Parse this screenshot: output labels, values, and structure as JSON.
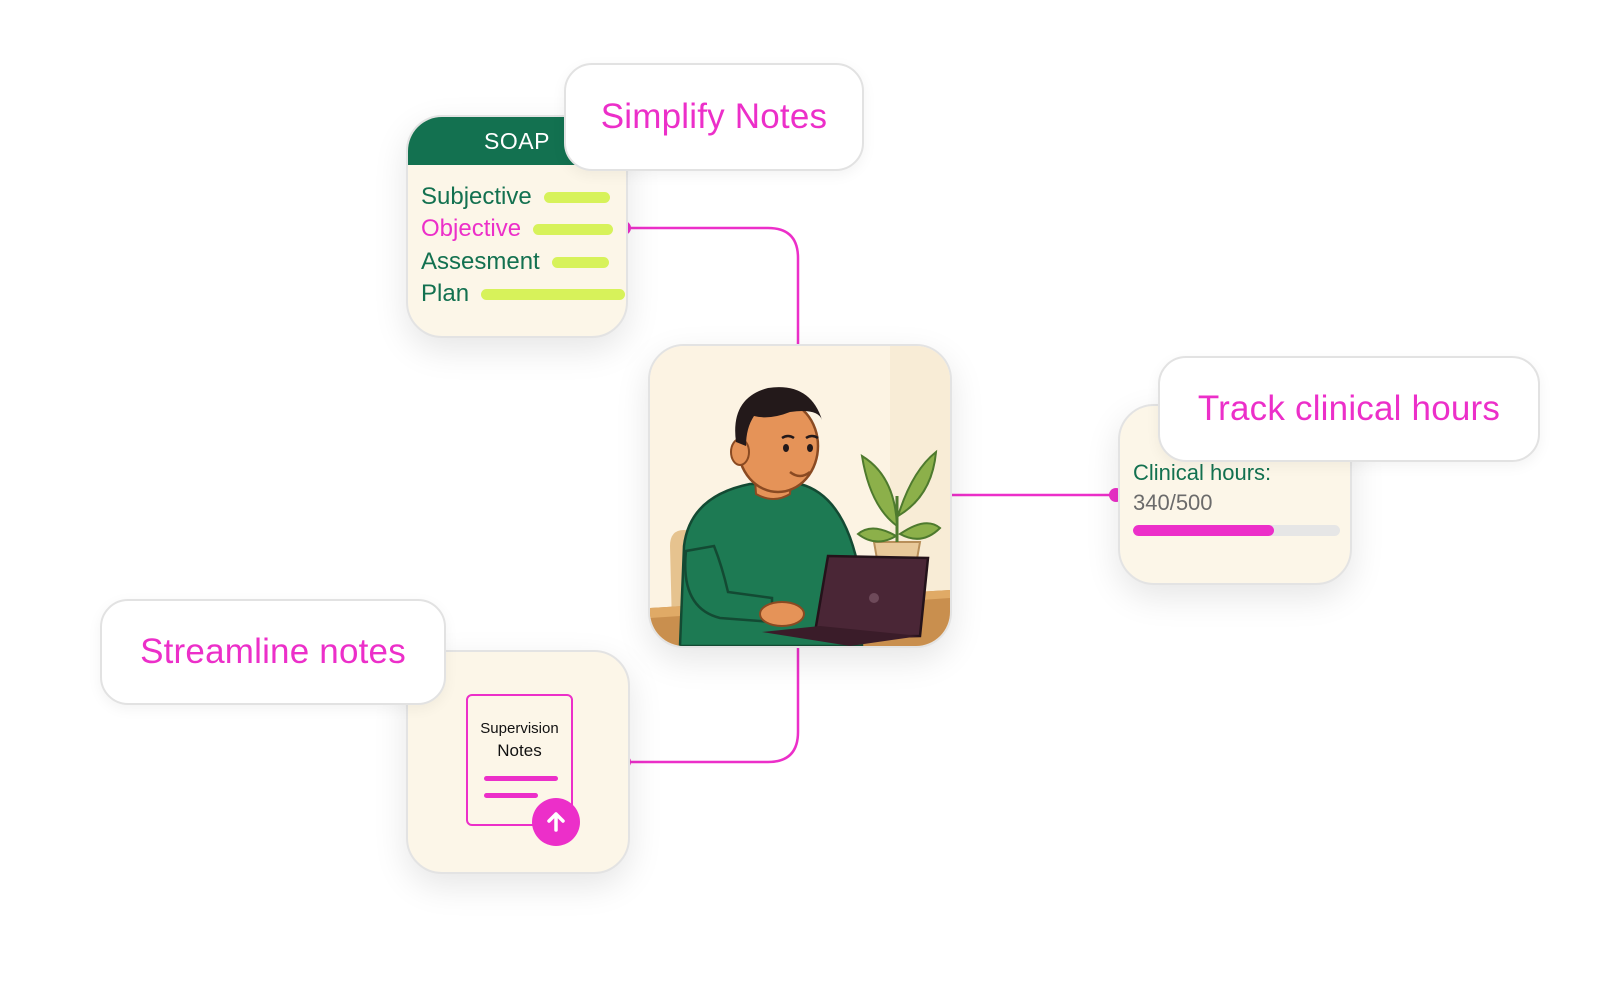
{
  "colors": {
    "accent": "#ec2fc9",
    "brand_green": "#137150",
    "card_bg": "#fcf6e8",
    "highlight_bar": "#d7f25a"
  },
  "soap_card": {
    "header": "SOAP",
    "rows": [
      {
        "label": "Subjective",
        "highlighted": false
      },
      {
        "label": "Objective",
        "highlighted": true
      },
      {
        "label": "Assesment",
        "highlighted": false
      },
      {
        "label": "Plan",
        "highlighted": false
      }
    ]
  },
  "labels": {
    "simplify": "Simplify Notes",
    "track": "Track clinical hours",
    "streamline": "Streamline notes"
  },
  "clinical_card": {
    "title": "Clinical hours:",
    "value": "340/500",
    "progress_fraction": 0.68
  },
  "supervision_card": {
    "line1": "Supervision",
    "line2": "Notes",
    "icon": "upload-arrow-icon"
  },
  "center_card": {
    "illustration": "person-at-laptop-illustration"
  }
}
